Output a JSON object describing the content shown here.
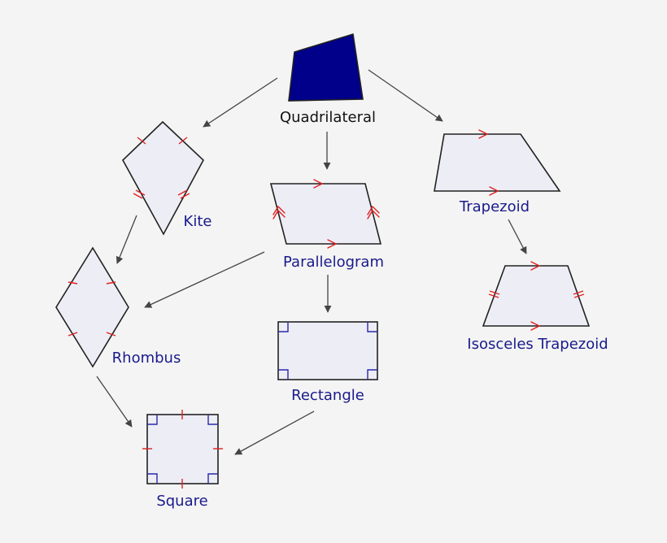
{
  "labels": {
    "quadrilateral": "Quadrilateral",
    "kite": "Kite",
    "parallelogram": "Parallelogram",
    "trapezoid": "Trapezoid",
    "rhombus": "Rhombus",
    "rectangle": "Rectangle",
    "isosceles_trapezoid": "Isosceles Trapezoid",
    "square": "Square"
  },
  "colors": {
    "background": "#f4f4f4",
    "quadrilateral_fill": "#00008b",
    "shape_fill": "#ededf5",
    "outline": "#222222",
    "marks": "#e02020",
    "right_angle": "#2a2aa8",
    "label_text": "#1a1a8c",
    "root_label_text": "#111111",
    "arrow": "#444444"
  }
}
